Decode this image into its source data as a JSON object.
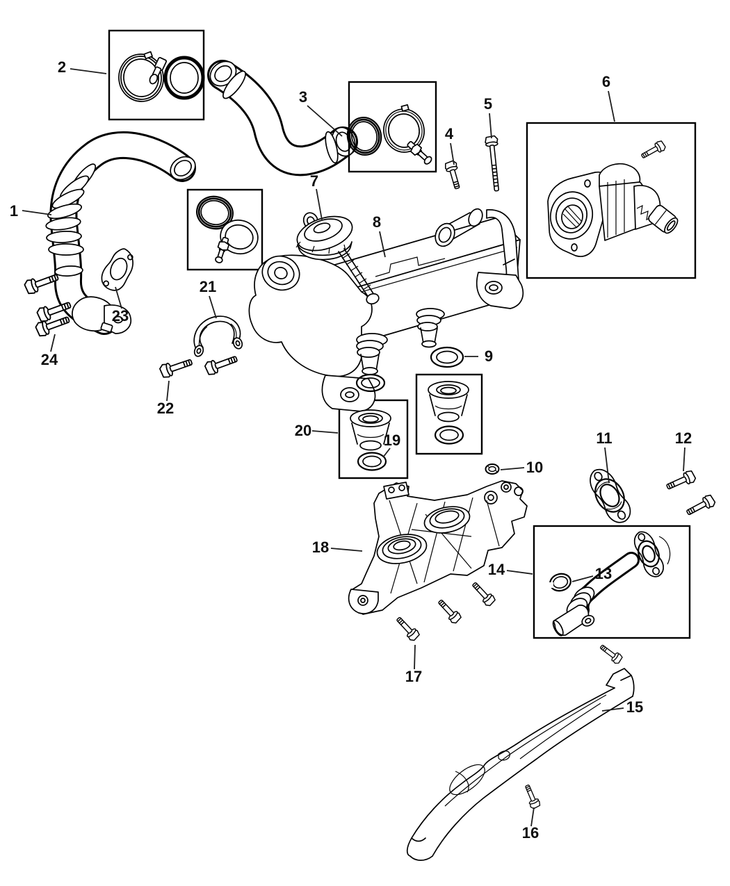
{
  "diagram": {
    "background_color": "#ffffff",
    "line_color": "#000000",
    "label_color": "#0d0d0d",
    "callouts": {
      "c1": "1",
      "c2": "2",
      "c3": "3",
      "c4": "4",
      "c5": "5",
      "c6": "6",
      "c7": "7",
      "c8": "8",
      "c9": "9",
      "c10": "10",
      "c11": "11",
      "c12": "12",
      "c13": "13",
      "c14": "14",
      "c15": "15",
      "c16": "16",
      "c17": "17",
      "c18": "18",
      "c19": "19",
      "c20": "20",
      "c21": "21",
      "c22": "22",
      "c23": "23",
      "c24": "24"
    },
    "parts": {
      "1": "corrugated-inlet-hose",
      "2": "clamp-and-seal-kit",
      "3": "curved-outlet-hose",
      "4": "hex-flange-bolt",
      "5": "long-hex-bolt",
      "6": "egr-valve-assembly",
      "7": "vacuum-actuator",
      "8": "egr-cooler",
      "9": "o-ring-seal",
      "10": "o-ring-seal-small",
      "11": "egr-tube-gasket",
      "12": "hex-flange-bolts",
      "13": "retaining-ring",
      "14": "egr-tube-assembly",
      "15": "heat-shield",
      "16": "hex-flange-bolt",
      "17": "hex-flange-bolts",
      "18": "intake-manifold-housing",
      "19": "o-ring-seal",
      "20": "seal-and-grommet-kit",
      "21": "clamp-bracket",
      "22": "hex-flange-bolts",
      "23": "flange-gasket",
      "24": "hex-flange-bolts"
    }
  }
}
